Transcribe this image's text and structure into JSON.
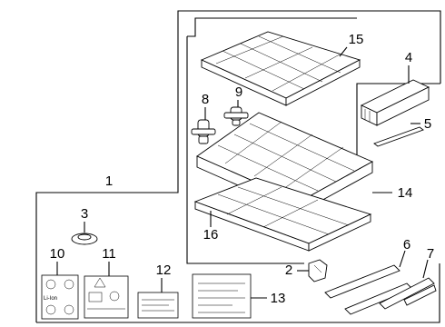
{
  "diagram": {
    "callouts": {
      "c1": "1",
      "c2": "2",
      "c3": "3",
      "c4": "4",
      "c5": "5",
      "c6": "6",
      "c7": "7",
      "c8": "8",
      "c9": "9",
      "c10": "10",
      "c11": "11",
      "c12": "12",
      "c13": "13",
      "c14": "14",
      "c15": "15",
      "c16": "16"
    },
    "label_text": {
      "li_ion": "Li-Ion"
    },
    "colors": {
      "line": "#000000",
      "background": "#ffffff"
    }
  }
}
